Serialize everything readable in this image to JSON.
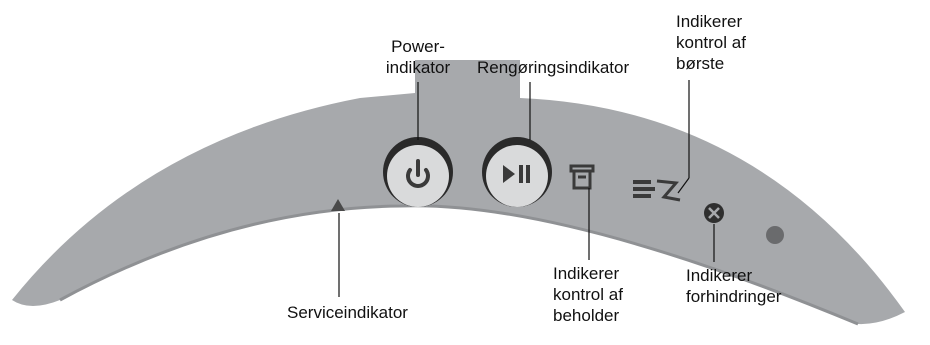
{
  "colors": {
    "panel": "#a7a9ac",
    "panel_shadow": "#8f9194",
    "button_face": "#d9dadb",
    "button_rim": "#2a2a2a",
    "icon": "#3a3a3a",
    "leader": "#111111"
  },
  "icons": {
    "power": "power-icon",
    "play_pause": "play-pause-icon",
    "service": "warning-triangle-icon",
    "bin": "bin-icon",
    "brush": "brush-icon",
    "obstacle": "obstacle-x-icon",
    "dot": "status-dot-icon"
  },
  "labels": {
    "power": [
      "Power-",
      "indikator"
    ],
    "cleaning": [
      "Rengøringsindikator"
    ],
    "brush": [
      "Indikerer",
      "kontrol af",
      "børste"
    ],
    "service": [
      "Serviceindikator"
    ],
    "bin": [
      "Indikerer",
      "kontrol af",
      "beholder"
    ],
    "obstacle": [
      "Indikerer",
      "forhindringer"
    ]
  }
}
